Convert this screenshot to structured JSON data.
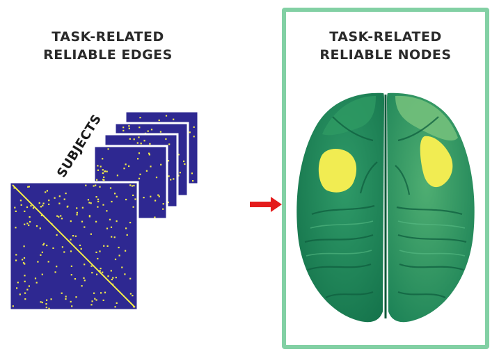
{
  "left_panel": {
    "title_line1": "TASK-RELATED",
    "title_line2": "RELIABLE EDGES",
    "subjects_label": "SUBJECTS"
  },
  "right_panel": {
    "title_line1": "TASK-RELATED",
    "title_line2": "RELIABLE NODES"
  },
  "colors": {
    "matrix_bg": "#2e2891",
    "matrix_dot": "#f2ea4a",
    "frame": "#82d0a4",
    "arrow": "#e41c1c",
    "brain_dark": "#1f8a5e",
    "brain_light": "#6fc07a",
    "brain_highlight": "#f1ec52"
  },
  "icons": [
    "connectivity-matrix-stack",
    "right-arrow-icon",
    "brain-render"
  ]
}
